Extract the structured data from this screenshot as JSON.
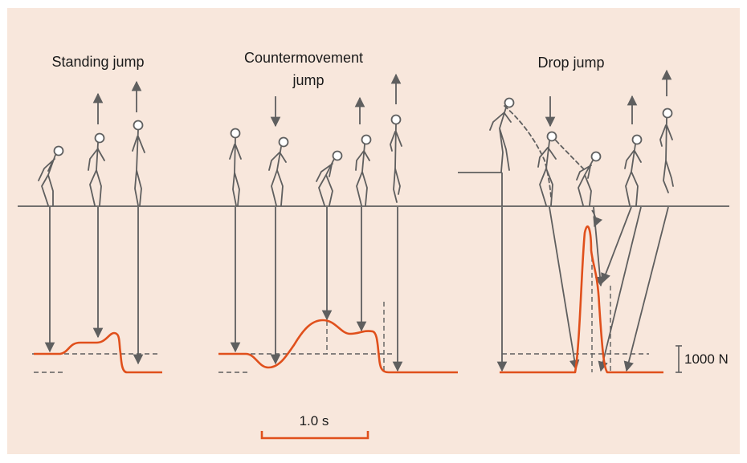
{
  "colors": {
    "background": "#f8e7dc",
    "ink": "#5f5f5f",
    "force_curve": "#e0501c",
    "text": "#1a1a1a"
  },
  "titles": {
    "standing": "Standing jump",
    "countermovement_line1": "Countermovement",
    "countermovement_line2": "jump",
    "drop": "Drop jump"
  },
  "scale": {
    "force_label": "1000 N",
    "time_label": "1.0 s"
  },
  "icons": {
    "figures": "stick-figure-icon",
    "arrows": "arrow-icon"
  }
}
